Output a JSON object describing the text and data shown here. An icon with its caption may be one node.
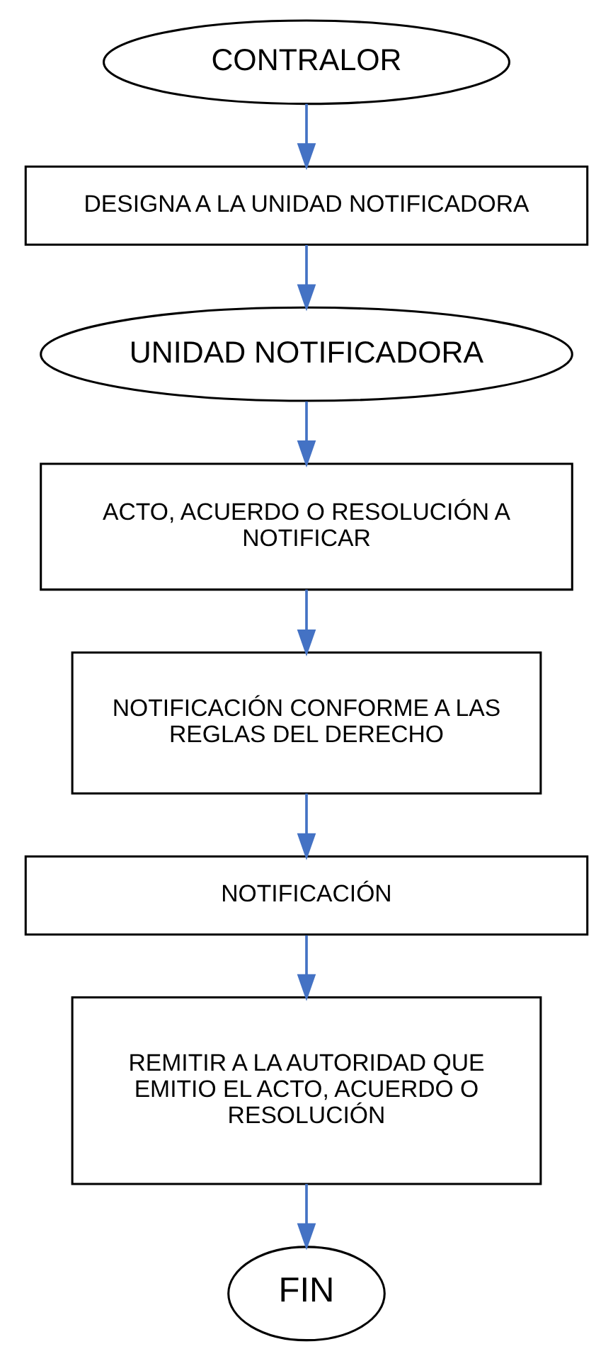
{
  "diagram": {
    "nodes": [
      {
        "text": [
          "CONTRALOR"
        ]
      },
      {
        "text": [
          "DESIGNA A LA UNIDAD NOTIFICADORA"
        ]
      },
      {
        "text": [
          "UNIDAD NOTIFICADORA"
        ]
      },
      {
        "text": [
          "ACTO, ACUERDO O RESOLUCIÓN A NOTIFICAR"
        ]
      },
      {
        "text": [
          "NOTIFICACIÓN CONFORME A LAS REGLAS DEL DERECHO"
        ]
      },
      {
        "text": [
          "NOTIFICACIÓN"
        ]
      },
      {
        "text": [
          "REMITIR A LA AUTORIDAD QUE EMITIO EL ACTO, ACUERDO O RESOLUCIÓN"
        ]
      },
      {
        "text": [
          "FIN"
        ]
      }
    ],
    "edges": [
      {
        "from": 0,
        "to": 1,
        "arrow": "to"
      },
      {
        "from": 1,
        "to": 2,
        "arrow": "to"
      },
      {
        "from": 2,
        "to": 3,
        "arrow": "to"
      },
      {
        "from": 3,
        "to": 4,
        "arrow": "to"
      },
      {
        "from": 4,
        "to": 5,
        "arrow": "to"
      },
      {
        "from": 5,
        "to": 6,
        "arrow": "to"
      },
      {
        "from": 6,
        "to": 7,
        "arrow": "to"
      }
    ]
  }
}
